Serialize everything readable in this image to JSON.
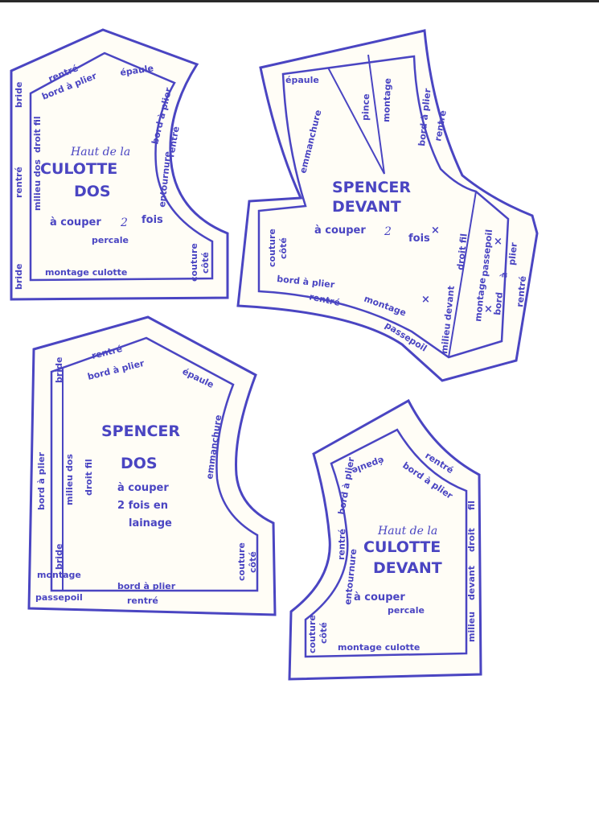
{
  "colors": {
    "ink": "#4a45c2",
    "paper": "#fffdf6",
    "page": "#ffffff"
  },
  "culotte_dos": {
    "heading": "Haut de la",
    "title1": "CULOTTE",
    "title2": "DOS",
    "cut": "à couper",
    "count": "2",
    "times": "fois",
    "fabric": "percale",
    "edge_top_rentre": "rentré",
    "edge_top_bord": "bord à plier",
    "edge_top_epaule": "épaule",
    "edge_left_bride_top": "bride",
    "edge_left_rentre": "rentré",
    "edge_left_milieu": "milieu dos",
    "edge_left_droit_fil": "droit fil",
    "edge_left_bride_bottom": "bride",
    "edge_right_entournure": "entournure",
    "edge_right_bord": "bord à plier",
    "edge_right_rentre": "rentré",
    "edge_bottom": "montage culotte",
    "couture": "couture",
    "cote": "côté"
  },
  "spencer_devant": {
    "title1": "SPENCER",
    "title2": "DEVANT",
    "cut": "à couper",
    "count": "2",
    "times": "fois",
    "epaule": "épaule",
    "pince": "pince",
    "montage_top": "montage",
    "bord_right": "bord à plier",
    "rentre_right": "rentré",
    "emmanchure": "emmanchure",
    "couture": "couture",
    "cote": "côté",
    "bord_bottom": "bord à plier",
    "montage_bottom": "montage",
    "rentre_bottom": "rentré",
    "passepoil_bottom": "passepoil",
    "milieu": "milieu devant",
    "droit_fil": "droit fil",
    "montage_right": "montage",
    "passepoil_right": "passepoil",
    "bord_right2": "bord",
    "a_right": "à",
    "plier_right": "plier",
    "rentre_far": "rentré",
    "mark": "×"
  },
  "spencer_dos": {
    "title1": "SPENCER",
    "title2": "DOS",
    "cut": "à couper",
    "count_line": "2 fois en",
    "fabric": "lainage",
    "top_rentre": "rentré",
    "top_bord": "bord à plier",
    "epaule": "épaule",
    "bride_top": "bride",
    "bord_left": "bord à plier",
    "milieu": "milieu dos",
    "droit_fil": "droit fil",
    "emmanchure": "emmanchure",
    "bride_bottom": "bride",
    "montage": "montage",
    "bord_bottom": "bord à plier",
    "passepoil": "passepoil",
    "rentre_bottom": "rentré",
    "couture": "couture",
    "cote": "côté"
  },
  "culotte_devant": {
    "heading": "Haut de la",
    "title1": "CULOTTE",
    "title2": "DEVANT",
    "cut": "à couper",
    "fabric": "percale",
    "epaule": "épaule",
    "rentre_top": "rentré",
    "bord_top": "bord à plier",
    "bord_left": "bord à plier",
    "entournure": "entournure",
    "rentre_left": "rentré",
    "fil": "fil",
    "droit": "droit",
    "devant": "devant",
    "milieu": "milieu",
    "montage": "montage culotte",
    "couture": "couture",
    "cote": "côté"
  }
}
